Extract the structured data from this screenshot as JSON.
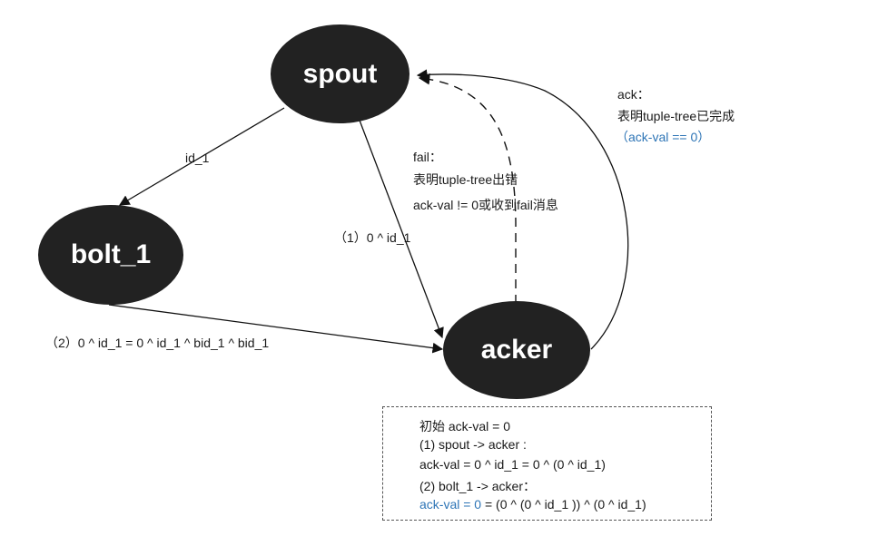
{
  "nodes": {
    "spout": "spout",
    "bolt": "bolt_1",
    "acker": "acker"
  },
  "edges": {
    "spout_bolt": "id_1",
    "spout_acker": "（1）0 ^ id_1",
    "bolt_acker": "（2）0 ^ id_1  = 0 ^ id_1 ^ bid_1  ^ bid_1"
  },
  "fail_label": {
    "line1": "fail：",
    "line2": "表明tuple-tree出错",
    "line3": "ack-val != 0或收到fail消息"
  },
  "ack_label": {
    "line1": "ack：",
    "line2": "表明tuple-tree已完成",
    "line3": "（ack-val == 0）"
  },
  "note": {
    "line1": "初始 ack-val = 0",
    "line2": "(1) spout -> acker :",
    "line3": "ack-val = 0 ^ id_1 = 0 ^ (0 ^ id_1)",
    "line4": "(2) bolt_1 -> acker：",
    "line5_highlight": "ack-val = 0",
    "line5_rest": " =  (0 ^ (0 ^ id_1 )) ^ (0 ^ id_1)"
  },
  "colors": {
    "node_fill": "#222222",
    "highlight_text": "#2e75b6"
  }
}
